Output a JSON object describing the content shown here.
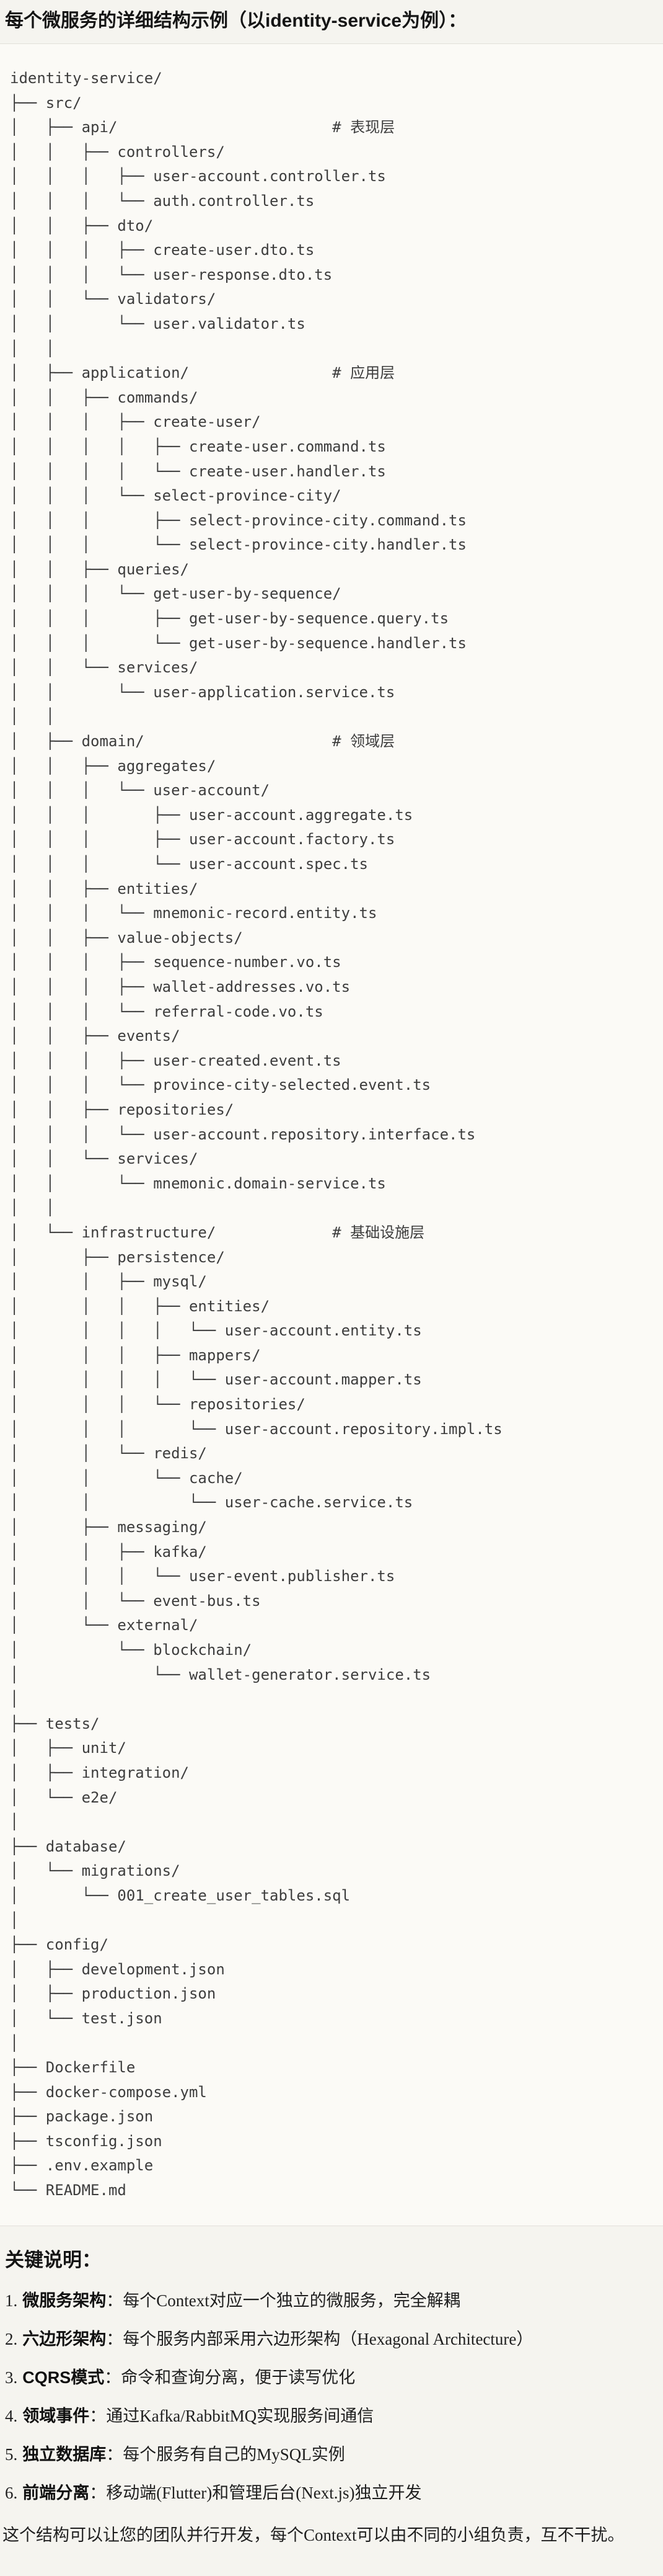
{
  "page": {
    "title": "每个微服务的详细结构示例（以identity-service为例）：",
    "notes_heading": "关键说明：",
    "footer": "这个结构可以让您的团队并行开发，每个Context可以由不同的小组负责，互不干扰。"
  },
  "tree": {
    "lines": [
      "identity-service/",
      "├── src/",
      "│   ├── api/                        # 表现层",
      "│   │   ├── controllers/",
      "│   │   │   ├── user-account.controller.ts",
      "│   │   │   └── auth.controller.ts",
      "│   │   ├── dto/",
      "│   │   │   ├── create-user.dto.ts",
      "│   │   │   └── user-response.dto.ts",
      "│   │   └── validators/",
      "│   │       └── user.validator.ts",
      "│   │",
      "│   ├── application/                # 应用层",
      "│   │   ├── commands/",
      "│   │   │   ├── create-user/",
      "│   │   │   │   ├── create-user.command.ts",
      "│   │   │   │   └── create-user.handler.ts",
      "│   │   │   └── select-province-city/",
      "│   │   │       ├── select-province-city.command.ts",
      "│   │   │       └── select-province-city.handler.ts",
      "│   │   ├── queries/",
      "│   │   │   └── get-user-by-sequence/",
      "│   │   │       ├── get-user-by-sequence.query.ts",
      "│   │   │       └── get-user-by-sequence.handler.ts",
      "│   │   └── services/",
      "│   │       └── user-application.service.ts",
      "│   │",
      "│   ├── domain/                     # 领域层",
      "│   │   ├── aggregates/",
      "│   │   │   └── user-account/",
      "│   │   │       ├── user-account.aggregate.ts",
      "│   │   │       ├── user-account.factory.ts",
      "│   │   │       └── user-account.spec.ts",
      "│   │   ├── entities/",
      "│   │   │   └── mnemonic-record.entity.ts",
      "│   │   ├── value-objects/",
      "│   │   │   ├── sequence-number.vo.ts",
      "│   │   │   ├── wallet-addresses.vo.ts",
      "│   │   │   └── referral-code.vo.ts",
      "│   │   ├── events/",
      "│   │   │   ├── user-created.event.ts",
      "│   │   │   └── province-city-selected.event.ts",
      "│   │   ├── repositories/",
      "│   │   │   └── user-account.repository.interface.ts",
      "│   │   └── services/",
      "│   │       └── mnemonic.domain-service.ts",
      "│   │",
      "│   └── infrastructure/             # 基础设施层",
      "│       ├── persistence/",
      "│       │   ├── mysql/",
      "│       │   │   ├── entities/",
      "│       │   │   │   └── user-account.entity.ts",
      "│       │   │   ├── mappers/",
      "│       │   │   │   └── user-account.mapper.ts",
      "│       │   │   └── repositories/",
      "│       │   │       └── user-account.repository.impl.ts",
      "│       │   └── redis/",
      "│       │       └── cache/",
      "│       │           └── user-cache.service.ts",
      "│       ├── messaging/",
      "│       │   ├── kafka/",
      "│       │   │   └── user-event.publisher.ts",
      "│       │   └── event-bus.ts",
      "│       └── external/",
      "│           └── blockchain/",
      "│               └── wallet-generator.service.ts",
      "│",
      "├── tests/",
      "│   ├── unit/",
      "│   ├── integration/",
      "│   └── e2e/",
      "│",
      "├── database/",
      "│   └── migrations/",
      "│       └── 001_create_user_tables.sql",
      "│",
      "├── config/",
      "│   ├── development.json",
      "│   ├── production.json",
      "│   └── test.json",
      "│",
      "├── Dockerfile",
      "├── docker-compose.yml",
      "├── package.json",
      "├── tsconfig.json",
      "├── .env.example",
      "└── README.md"
    ]
  },
  "notes": [
    {
      "num": "1.",
      "term": "微服务架构",
      "desc": "：每个Context对应一个独立的微服务，完全解耦"
    },
    {
      "num": "2.",
      "term": "六边形架构",
      "desc": "：每个服务内部采用六边形架构（Hexagonal Architecture）"
    },
    {
      "num": "3.",
      "term": "CQRS模式",
      "desc": "：命令和查询分离，便于读写优化"
    },
    {
      "num": "4.",
      "term": "领域事件",
      "desc": "：通过Kafka/RabbitMQ实现服务间通信"
    },
    {
      "num": "5.",
      "term": "独立数据库",
      "desc": "：每个服务有自己的MySQL实例"
    },
    {
      "num": "6.",
      "term": "前端分离",
      "desc": "：移动端(Flutter)和管理后台(Next.js)独立开发"
    }
  ]
}
